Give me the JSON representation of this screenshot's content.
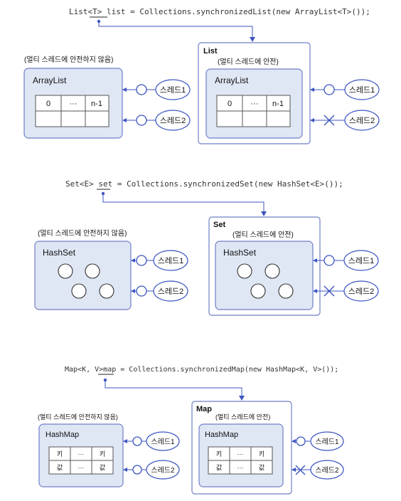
{
  "sections": [
    {
      "code": "List<T> list = Collections.synchronizedList(new ArrayList<T>());",
      "unsafe": {
        "caption": "(멀티 스레드에 안전하지 않음)",
        "inner_title": "ArrayList",
        "cells": [
          "0",
          "···",
          "n-1"
        ],
        "threads": [
          "스레드1",
          "스레드2"
        ]
      },
      "safe": {
        "title": "List",
        "caption": "(멀티 스레드에 안전)",
        "inner_title": "ArrayList",
        "cells": [
          "0",
          "···",
          "n-1"
        ],
        "threads": [
          "스레드1",
          "스레드2"
        ]
      }
    },
    {
      "code": "Set<E> set = Collections.synchronizedSet(new HashSet<E>());",
      "unsafe": {
        "caption": "(멀티 스레드에 안전하지 않음)",
        "inner_title": "HashSet",
        "threads": [
          "스레드1",
          "스레드2"
        ]
      },
      "safe": {
        "title": "Set",
        "caption": "(멀티 스레드에 안전)",
        "inner_title": "HashSet",
        "threads": [
          "스레드1",
          "스레드2"
        ]
      }
    },
    {
      "code": "Map<K, V>map = Collections.synchronizedMap(new HashMap<K, V>());",
      "unsafe": {
        "caption": "(멀티 스레드에 안전하지 않음)",
        "inner_title": "HashMap",
        "cells_top": [
          "키",
          "···",
          "키"
        ],
        "cells_bottom": [
          "값",
          "···",
          "값"
        ],
        "threads": [
          "스레드1",
          "스레드2"
        ]
      },
      "safe": {
        "title": "Map",
        "caption": "(멀티 스레드에 안전)",
        "inner_title": "HashMap",
        "cells_top": [
          "키",
          "···",
          "키"
        ],
        "cells_bottom": [
          "값",
          "···",
          "값"
        ],
        "threads": [
          "스레드1",
          "스레드2"
        ]
      }
    }
  ]
}
